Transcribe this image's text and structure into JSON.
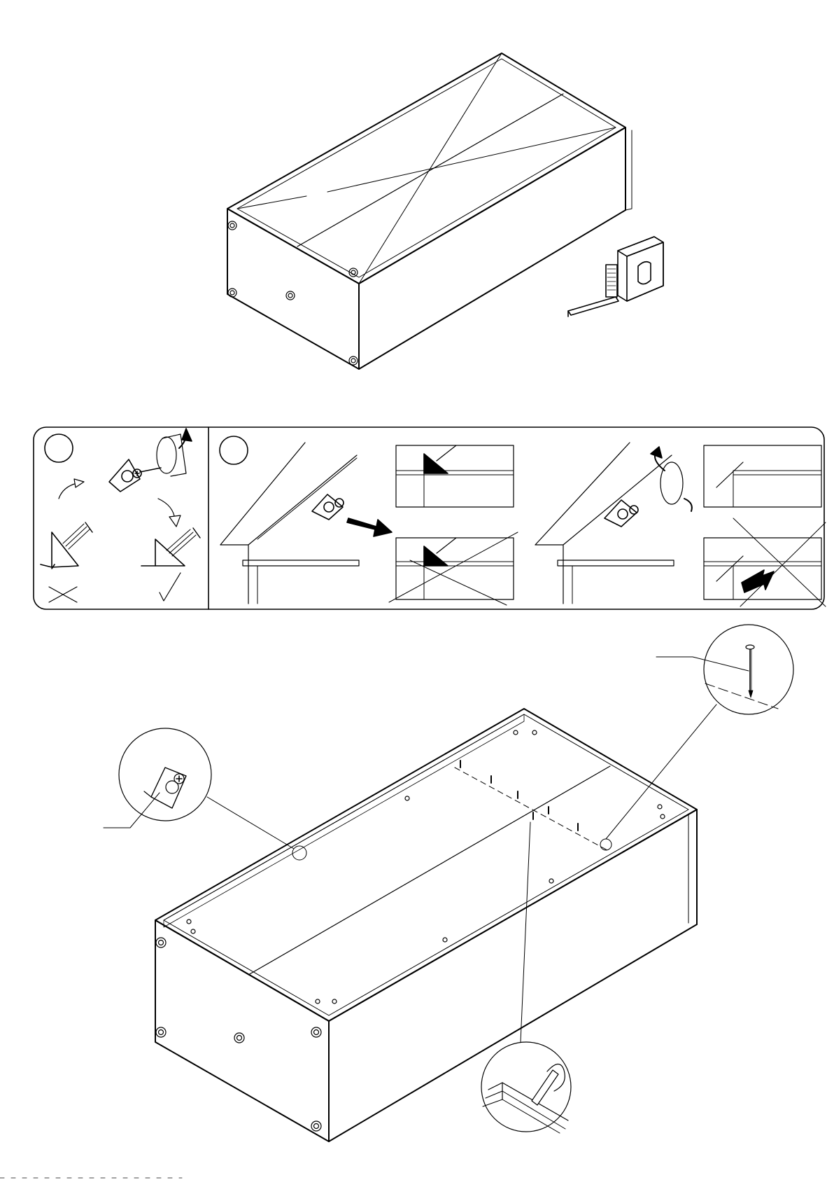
{
  "page": {
    "type": "assembly-instruction-sheet",
    "background": "#ffffff",
    "ink": "#000000",
    "printed_text": []
  },
  "figures": {
    "top": {
      "content": [
        "cabinet-box-diagonal-check",
        "tape-measure-icon"
      ]
    },
    "middle": {
      "panel_1": {
        "content": [
          "step-circle",
          "rotate-arrows",
          "wedge-bracket-wrong",
          "wedge-bracket-right",
          "cross-mark",
          "check-mark"
        ]
      },
      "panel_2": {
        "content": [
          "step-circle",
          "wedge-bracket-insert",
          "push-arrow",
          "screw-rotation",
          "detail-boxes"
        ]
      }
    },
    "bottom": {
      "content": [
        "cabinet-box-back-panel",
        "bracket-detail-callout",
        "nail-detail-callout",
        "pencil-mark-callout",
        "nail-line"
      ]
    }
  }
}
